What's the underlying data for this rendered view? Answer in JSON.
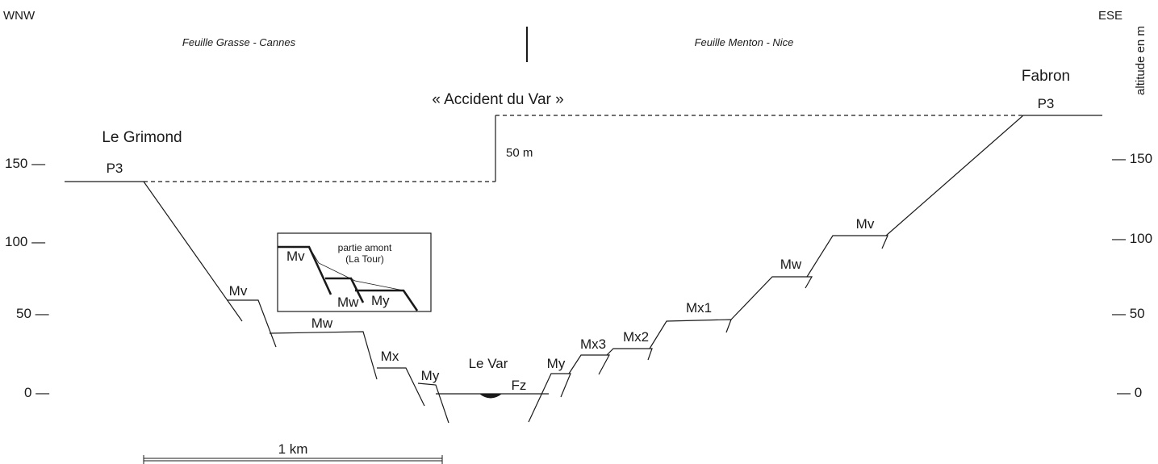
{
  "orientation": {
    "left": "WNW",
    "right": "ESE"
  },
  "sheets": {
    "left": "Feuille  Grasse - Cannes",
    "right": "Feuille  Menton - Nice"
  },
  "fault_label": "« Accident du Var »",
  "offset_label": "50 m",
  "axis": {
    "right_label": "altitude en m",
    "left_ticks": [
      "150 —",
      "100 —",
      "50 —",
      "0 —"
    ],
    "right_ticks": [
      "— 150",
      "— 100",
      "— 50",
      "— 0"
    ]
  },
  "places": {
    "west": "Le Grimond",
    "east": "Fabron",
    "river": "Le Var"
  },
  "terrace_labels": {
    "p3_west": "P3",
    "p3_east": "P3",
    "mv_west": "Mv",
    "mw_west": "Mw",
    "mx_west": "Mx",
    "my_west": "My",
    "fz": "Fz",
    "my_east": "My",
    "mx3": "Mx3",
    "mx2": "Mx2",
    "mx1": "Mx1",
    "mw_east": "Mw",
    "mv_east": "Mv"
  },
  "inset": {
    "title_line1": "partie amont",
    "title_line2": "(La Tour)",
    "labels": {
      "mv": "Mv",
      "mw": "Mw",
      "my": "My"
    }
  },
  "scale_bar": {
    "label": "1 km"
  },
  "colors": {
    "ink": "#1a1a1a",
    "background": "#ffffff"
  }
}
